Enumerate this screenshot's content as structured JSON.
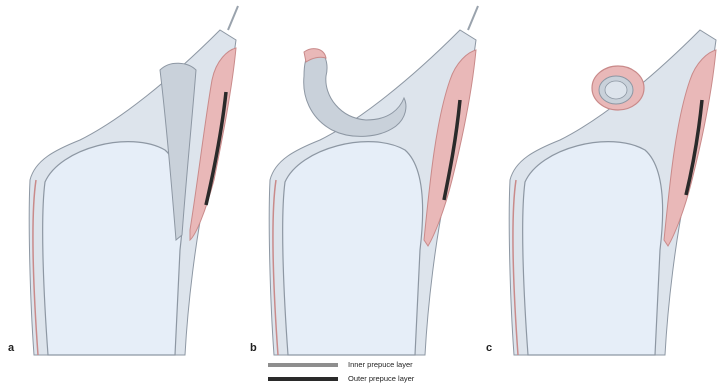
{
  "panels": [
    {
      "label": "a"
    },
    {
      "label": "b"
    },
    {
      "label": "c"
    }
  ],
  "legend": {
    "inner": {
      "label": "Inner prepuce layer",
      "color": "#8e8e8e"
    },
    "outer": {
      "label": "Outer prepuce layer",
      "color": "#2a2a2a"
    }
  },
  "colors": {
    "glans": "#e6eef8",
    "glans_stroke": "#8d97a3",
    "shaft_tissue": "#dde4ec",
    "prepuce_pink": "#e9b8b8",
    "prepuce_pink_stroke": "#c98a8a",
    "skin_grey": "#c9d1da",
    "outer_layer": "#2a2a2a"
  }
}
